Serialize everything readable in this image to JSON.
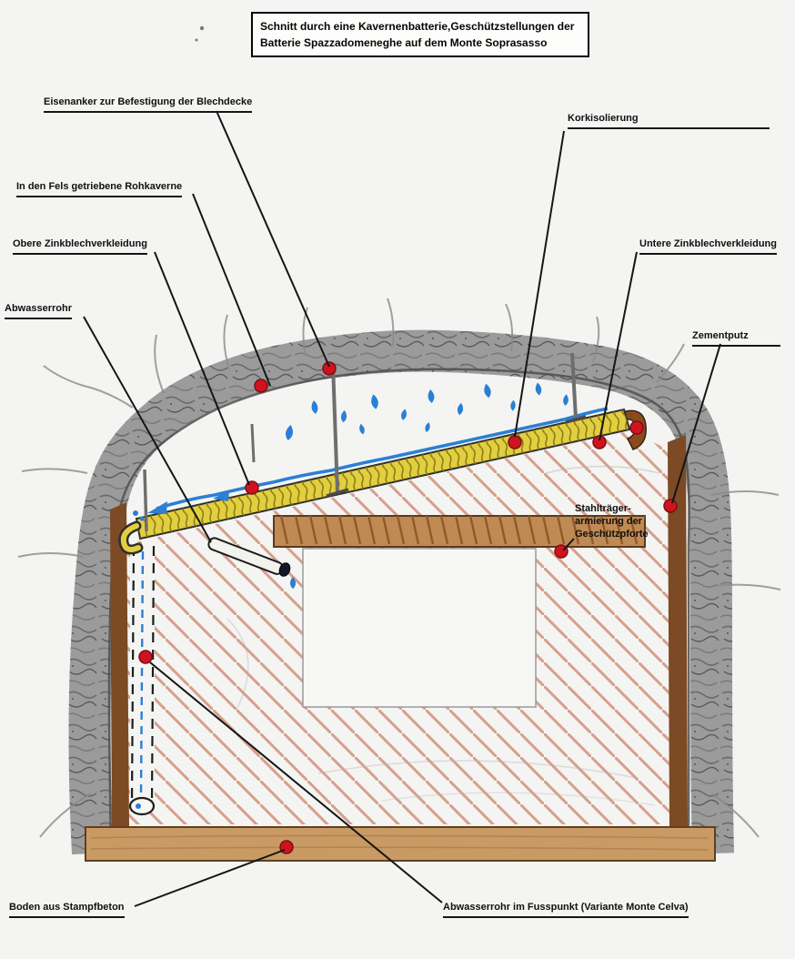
{
  "palette": {
    "paper": "#f4f5f2",
    "ink": "#151515",
    "rock_gray": "#9b9b9b",
    "rock_edge": "#4f4f4f",
    "wall_brown": "#7c4a24",
    "hatch_brown": "#c2654a",
    "cork_yellow": "#e2cf3e",
    "cork_line": "#86761a",
    "water_blue": "#2b7fd4",
    "anchor_red": "#cf1420",
    "floor_tan": "#c99a63",
    "beam_brown": "#c08a55",
    "beam_line": "#8f5a28"
  },
  "title_box": {
    "line1": "Schnitt durch eine Kavernenbatterie,Geschützstellungen der",
    "line2": "Batterie Spazzadomeneghe auf dem Monte Soprasasso"
  },
  "labels": {
    "eisenanker": "Eisenanker zur Befestigung der Blechdecke",
    "korkisolierung": "Korkisolierung",
    "rohkaverne": "In den Fels getriebene Rohkaverne",
    "obere_zink": "Obere Zinkblechverkleidung",
    "untere_zink": "Untere Zinkblechverkleidung",
    "abwasserrohr": "Abwasserrohr",
    "zementputz": "Zementputz",
    "stahltraeger_1": "Stahlträger-",
    "stahltraeger_2": "armierung der",
    "stahltraeger_3": "Geschützpforte",
    "boden": "Boden aus Stampfbeton",
    "abwasserrohr_fusspunkt": "Abwasserrohr im Fusspunkt (Variante Monte Celva)"
  }
}
